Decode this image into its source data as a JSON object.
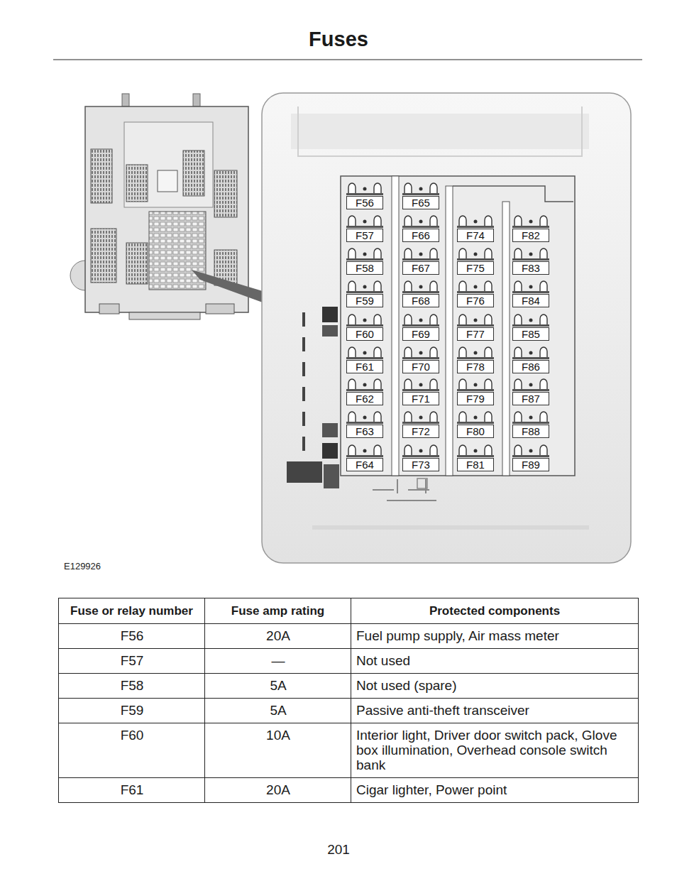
{
  "diagram": {
    "title": "Fuses",
    "labels": [
      "F56",
      "F57",
      "F58",
      "F59",
      "F60",
      "F61",
      "F62",
      "F63",
      "F64",
      "F65",
      "F66",
      "F67",
      "F68",
      "F69",
      "F70",
      "F71",
      "F72",
      "F73",
      "F74",
      "F75",
      "F76",
      "F77",
      "F78",
      "F79",
      "F80",
      "F81",
      "F82",
      "F83",
      "F84",
      "F85",
      "F86",
      "F87",
      "F88",
      "F89",
      "E129926",
      "Fuse or relay number",
      "Fuse amp rating",
      "Protected components",
      "F56",
      "20A",
      "Fuel pump supply, Air mass meter",
      "F57",
      "—",
      "Not used",
      "F58",
      "5A",
      "Not used (spare)",
      "F59",
      "5A",
      "Passive anti-theft transceiver",
      "F60",
      "10A",
      "Interior light, Driver door switch pack, Glove box illumination, Overhead console switch bank",
      "F61",
      "20A",
      "Cigar lighter, Power point",
      "201"
    ]
  }
}
